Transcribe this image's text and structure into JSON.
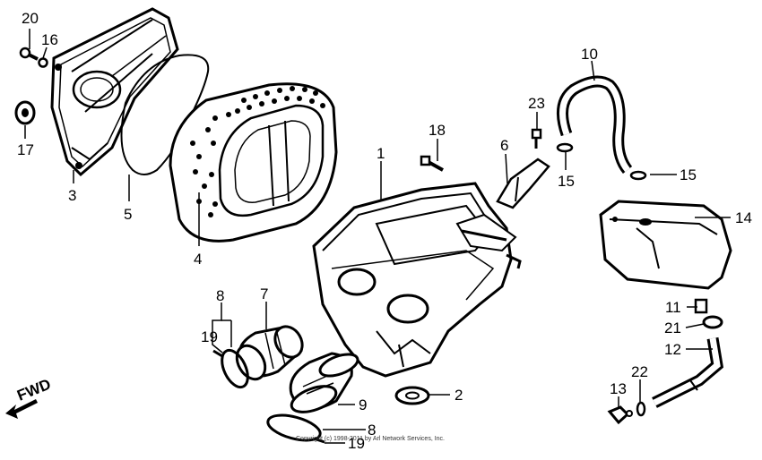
{
  "diagram": {
    "fwd_label": "FWD",
    "copyright": "Copyright (c) 1998-2011 by Arl Network Services, Inc.",
    "part_numbers": {
      "p1": "1",
      "p2": "2",
      "p3": "3",
      "p4": "4",
      "p5": "5",
      "p6": "6",
      "p7": "7",
      "p8a": "8",
      "p8b": "8",
      "p9": "9",
      "p10": "10",
      "p11": "11",
      "p12": "12",
      "p13": "13",
      "p14": "14",
      "p15a": "15",
      "p15b": "15",
      "p16": "16",
      "p17": "17",
      "p18": "18",
      "p19a": "19",
      "p19b": "19",
      "p20": "20",
      "p21": "21",
      "p22": "22",
      "p23": "23"
    }
  }
}
